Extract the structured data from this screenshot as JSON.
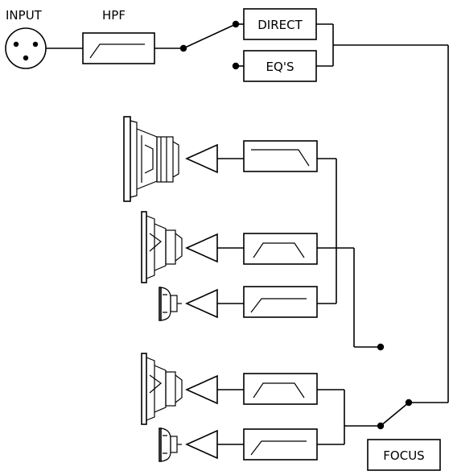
{
  "labels": {
    "input": "INPUT",
    "hpf": "HPF",
    "direct": "DIRECT",
    "eqs": "EQ'S",
    "focus": "FOCUS"
  },
  "icons": {
    "input_connector": "xlr-connector-icon",
    "woofer": "woofer-speaker-icon",
    "midrange": "midrange-speaker-icon",
    "tweeter": "tweeter-speaker-icon",
    "amplifier": "amplifier-triangle-icon"
  }
}
